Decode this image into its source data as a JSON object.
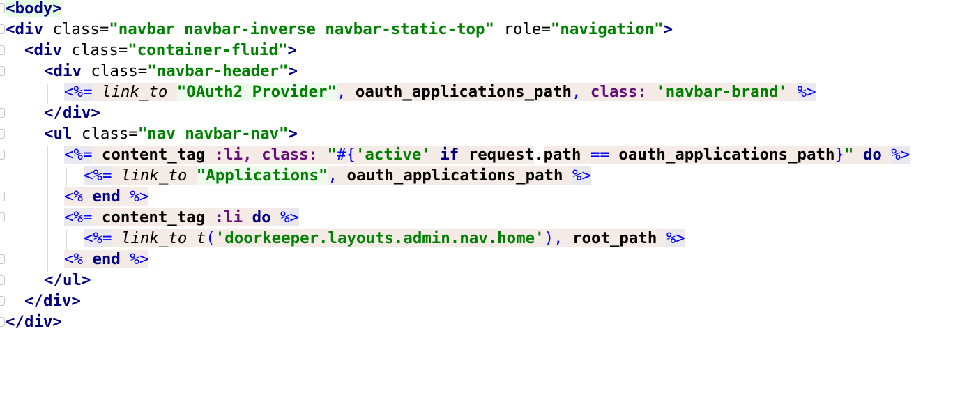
{
  "editor": {
    "language": "ERB / HTML",
    "lines": [
      {
        "indent": 0,
        "text": "<body>"
      },
      {
        "indent": 0,
        "text": "<div class=\"navbar navbar-inverse navbar-static-top\" role=\"navigation\">"
      },
      {
        "indent": 1,
        "text": "<div class=\"container-fluid\">"
      },
      {
        "indent": 2,
        "text": "<div class=\"navbar-header\">"
      },
      {
        "indent": 3,
        "text": "<%= link_to \"OAuth2 Provider\", oauth_applications_path, class: 'navbar-brand' %>"
      },
      {
        "indent": 2,
        "text": "</div>"
      },
      {
        "indent": 2,
        "text": "<ul class=\"nav navbar-nav\">"
      },
      {
        "indent": 3,
        "text": "<%= content_tag :li, class: \"#{'active' if request.path == oauth_applications_path}\" do %>"
      },
      {
        "indent": 4,
        "text": "<%= link_to \"Applications\", oauth_applications_path %>"
      },
      {
        "indent": 3,
        "text": "<% end %>"
      },
      {
        "indent": 3,
        "text": "<%= content_tag :li do %>"
      },
      {
        "indent": 4,
        "text": "<%= link_to t('doorkeeper.layouts.admin.nav.home'), root_path %>"
      },
      {
        "indent": 3,
        "text": "<% end %>"
      },
      {
        "indent": 2,
        "text": "</ul>"
      },
      {
        "indent": 1,
        "text": "</div>"
      },
      {
        "indent": 0,
        "text": "</div>"
      }
    ],
    "tokens": {
      "l0": {
        "body": "<body>"
      },
      "l1": {
        "open": "<div",
        "attr1": " class=",
        "val1": "\"navbar navbar-inverse navbar-static-top\"",
        "attr2": " role=",
        "val2": "\"navigation\"",
        "close": ">"
      },
      "l2": {
        "open": "<div",
        "attr1": " class=",
        "val1": "\"container-fluid\"",
        "close": ">"
      },
      "l3": {
        "open": "<div",
        "attr1": " class=",
        "val1": "\"navbar-header\"",
        "close": ">"
      },
      "l4": {
        "erb_open": "<%=",
        "method": " link_to ",
        "str": "\"OAuth2 Provider\"",
        "comma1": ",",
        "ident": " oauth_applications_path",
        "comma2": ",",
        "key": " class:",
        "val": " 'navbar-brand'",
        "sp": " ",
        "erb_close": "%>"
      },
      "l5": {
        "close": "</div>"
      },
      "l6": {
        "open": "<ul",
        "attr1": " class=",
        "val1": "\"nav navbar-nav\"",
        "close": ">"
      },
      "l7": {
        "erb_open": "<%=",
        "method": " content_tag ",
        "sym": ":li",
        "comma1": ",",
        "key": " class:",
        "q1": " \"",
        "interp_open": "#{",
        "sq": "'active'",
        "kw_if": " if ",
        "ident1": "request",
        "dot": ".",
        "ident2": "path",
        "op": " == ",
        "ident3": "oauth_applications_path",
        "interp_close": "}",
        "q2": "\"",
        "kw_do": " do ",
        "erb_close": "%>"
      },
      "l8": {
        "erb_open": "<%=",
        "method": " link_to ",
        "str": "\"Applications\"",
        "comma1": ",",
        "ident": " oauth_applications_path",
        "sp": " ",
        "erb_close": "%>"
      },
      "l9": {
        "erb_open": "<%",
        "kw": " end ",
        "erb_close": "%>"
      },
      "l10": {
        "erb_open": "<%=",
        "method": " content_tag ",
        "sym": ":li",
        "kw_do": " do ",
        "erb_close": "%>"
      },
      "l11": {
        "erb_open": "<%=",
        "method": " link_to ",
        "tfn": "t",
        "paren_open": "(",
        "sq": "'doorkeeper.layouts.admin.nav.home'",
        "paren_close": ")",
        "comma1": ",",
        "ident": " root_path",
        "sp": " ",
        "erb_close": "%>"
      },
      "l12": {
        "erb_open": "<%",
        "kw": " end ",
        "erb_close": "%>"
      },
      "l13": {
        "close": "</ul>"
      },
      "l14": {
        "close": "</div>"
      },
      "l15": {
        "close": "</div>"
      }
    },
    "colors": {
      "tag": "#000080",
      "string": "#008000",
      "erb_delimiter": "#0000ff",
      "symbol": "#660e7a",
      "ruby_background": "#f4eae6",
      "ruby_string_background": "#edfcec",
      "body_highlight": "#e4fde4"
    }
  }
}
